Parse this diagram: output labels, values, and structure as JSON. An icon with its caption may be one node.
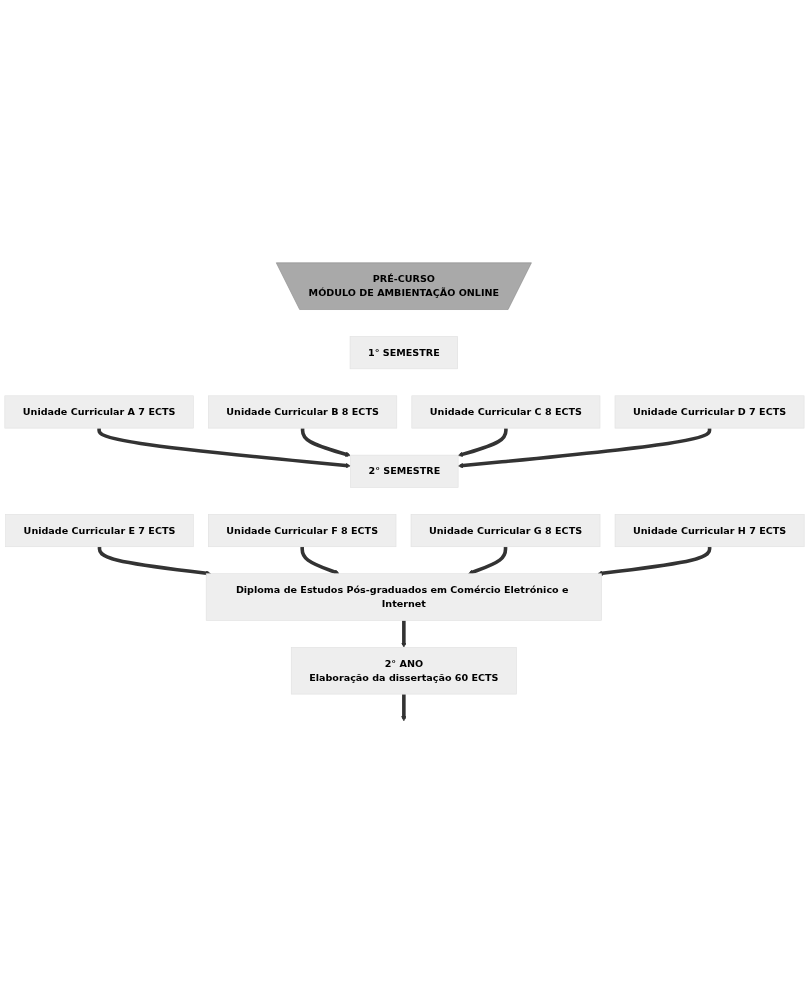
{
  "diagram": {
    "nodes": [
      {
        "text": [
          "PRÉ-CURSO",
          "MÓDULO DE AMBIENTAÇÃO ONLINE"
        ]
      },
      {
        "text": [
          "1° SEMESTRE"
        ]
      },
      {
        "text": [
          "Unidade Curricular A 7 ECTS"
        ]
      },
      {
        "text": [
          "Unidade Curricular B 8 ECTS"
        ]
      },
      {
        "text": [
          "Unidade Curricular C 8 ECTS"
        ]
      },
      {
        "text": [
          "Unidade Curricular D 7 ECTS"
        ]
      },
      {
        "text": [
          "2° SEMESTRE"
        ]
      },
      {
        "text": [
          "Unidade Curricular E 7 ECTS"
        ]
      },
      {
        "text": [
          "Unidade Curricular F 8 ECTS"
        ]
      },
      {
        "text": [
          "Unidade Curricular G 8 ECTS"
        ]
      },
      {
        "text": [
          "Unidade Curricular H 7 ECTS"
        ]
      },
      {
        "text": [
          "Diploma de Estudos Pós-graduados em Comércio Eletrónico e Internet"
        ]
      },
      {
        "text": [
          "2° ANO",
          "Elaboração da dissertação 60 ECTS"
        ]
      }
    ],
    "edges": [
      {
        "from": 2,
        "to": 6,
        "arrow": "to"
      },
      {
        "from": 3,
        "to": 6,
        "arrow": "to"
      },
      {
        "from": 4,
        "to": 6,
        "arrow": "to"
      },
      {
        "from": 5,
        "to": 6,
        "arrow": "to"
      },
      {
        "from": 7,
        "to": 11,
        "arrow": "to"
      },
      {
        "from": 8,
        "to": 11,
        "arrow": "to"
      },
      {
        "from": 9,
        "to": 11,
        "arrow": "to"
      },
      {
        "from": 10,
        "to": 11,
        "arrow": "to"
      },
      {
        "from": 11,
        "to": 12,
        "arrow": "to"
      },
      {
        "from": 12,
        "to": null,
        "arrow": "to"
      }
    ]
  }
}
